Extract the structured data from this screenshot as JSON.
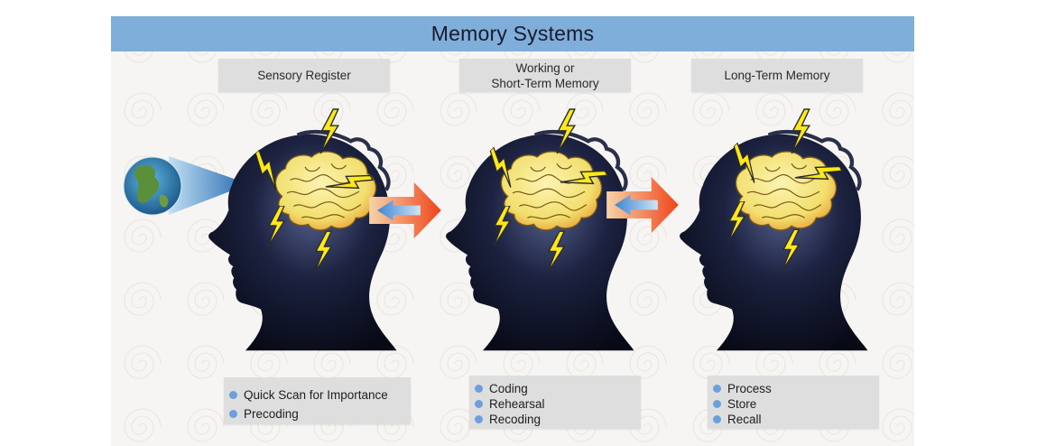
{
  "title": "Memory Systems",
  "stages": [
    {
      "label_lines": [
        "Sensory Register"
      ],
      "bullets": [
        "Quick Scan for Importance",
        "Precoding"
      ]
    },
    {
      "label_lines": [
        "Working or",
        "Short-Term Memory"
      ],
      "bullets": [
        "Coding",
        "Rehearsal",
        "Recoding"
      ]
    },
    {
      "label_lines": [
        "Long-Term Memory"
      ],
      "bullets": [
        "Process",
        "Store",
        "Recall"
      ]
    }
  ],
  "colors": {
    "title_bar": "#7eaed9",
    "label_box": "#dedede",
    "bullet_dot": "#6d9fdc",
    "head": "#0f1326",
    "brain": "#f2e27a",
    "lightning": "#ffe81a",
    "arrow_outer": "#f25a1e",
    "arrow_inner": "#7fb3e0"
  },
  "icons": [
    "globe-icon",
    "head-silhouette-icon",
    "brain-icon",
    "lightning-bolt-icon",
    "double-arrow-icon"
  ]
}
